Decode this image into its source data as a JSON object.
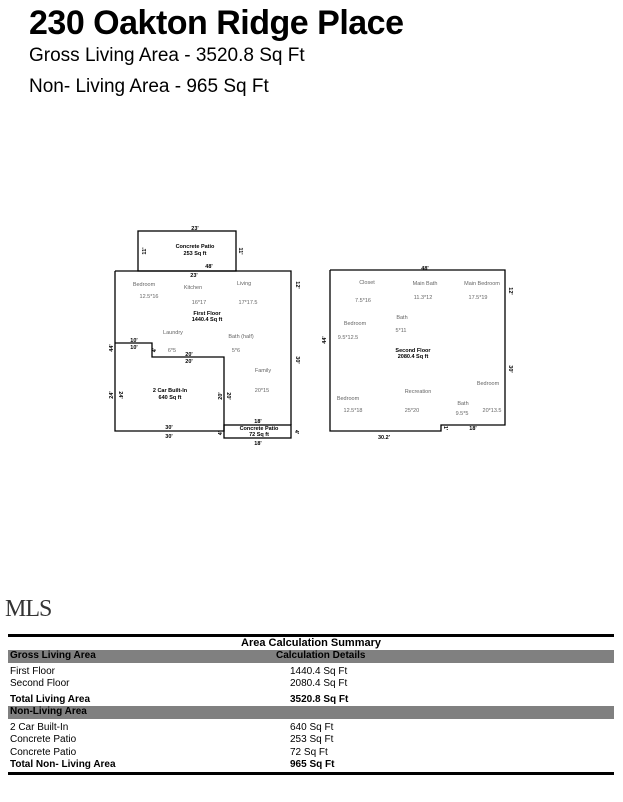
{
  "header": {
    "title": "230 Oakton Ridge Place",
    "gross_living": "Gross Living Area - 3520.8 Sq Ft",
    "non_living": "Non- Living Area - 965 Sq Ft"
  },
  "first_floor": {
    "patio_top": {
      "name": "Concrete Patio",
      "area": "253 Sq ft"
    },
    "floor": {
      "name": "First Floor",
      "area": "1440.4 Sq ft"
    },
    "garage": {
      "name": "2 Car Built-In",
      "area": "640 Sq ft"
    },
    "patio_bottom": {
      "name": "Concrete Patio",
      "area": "72 Sq ft"
    },
    "rooms": [
      {
        "name": "Bedroom",
        "size": "12.5*16"
      },
      {
        "name": "Kitchen",
        "size": "16*17"
      },
      {
        "name": "Living",
        "size": "17*17.5"
      },
      {
        "name": "Laundry",
        "size": "6*5"
      },
      {
        "name": "Bath (half)",
        "size": "5*6"
      },
      {
        "name": "Family",
        "size": "20*15"
      }
    ],
    "dims": {
      "patio_top": "23'",
      "patio_side": "11'",
      "d48": "48'",
      "d23": "23'",
      "d12": "12'",
      "d44": "44'",
      "d10a": "10'",
      "d10b": "10'",
      "d4": "4'",
      "d20a": "20'",
      "d20b": "20'",
      "d30side": "30'",
      "d24": "24'",
      "d24b": "24'",
      "d20c": "20'",
      "d20d": "20'",
      "d30a": "30'",
      "d30b": "30'",
      "d18a": "18'",
      "d18b": "18'",
      "d4b": "4'",
      "d4c": "4'"
    }
  },
  "second_floor": {
    "floor": {
      "name": "Second Floor",
      "area": "2080.4 Sq ft"
    },
    "rooms": [
      {
        "name": "Closet",
        "size": "7.5*16"
      },
      {
        "name": "Main Bath",
        "size": "11.3*12"
      },
      {
        "name": "Main Bedroom",
        "size": "17.5*19"
      },
      {
        "name": "Bedroom",
        "size": "9.5*12.5"
      },
      {
        "name": "Bath",
        "size": "5*11"
      },
      {
        "name": "Bedroom",
        "size": ""
      },
      {
        "name": "Bedroom",
        "size": "12.5*18"
      },
      {
        "name": "Recreation",
        "size": "25*20"
      },
      {
        "name": "Bath",
        "size": "9.5*5"
      },
      {
        "name": "",
        "size": "20*13.5"
      }
    ],
    "dims": {
      "top": "48'",
      "right12": "12'",
      "left": "44'",
      "right30": "30'",
      "bottom": "30.2'",
      "d18": "18'",
      "d1": "1'"
    }
  },
  "summary": {
    "title": "Area Calculation Summary",
    "gla_header": "Gross Living Area",
    "details_header": "Calculation Details",
    "living": [
      {
        "label": "First Floor",
        "value": "1440.4 Sq Ft"
      },
      {
        "label": "Second Floor",
        "value": "2080.4 Sq Ft"
      }
    ],
    "total_living": {
      "label": "Total Living Area",
      "value": "3520.8 Sq Ft"
    },
    "nla_header": "Non-Living Area",
    "non_living": [
      {
        "label": "2 Car Built-In",
        "value": "640 Sq Ft"
      },
      {
        "label": "Concrete Patio",
        "value": "253 Sq Ft"
      },
      {
        "label": "Concrete Patio",
        "value": "72 Sq Ft"
      }
    ],
    "total_non_living": {
      "label": "Total Non- Living Area",
      "value": "965 Sq Ft"
    }
  },
  "watermark": "MLS"
}
